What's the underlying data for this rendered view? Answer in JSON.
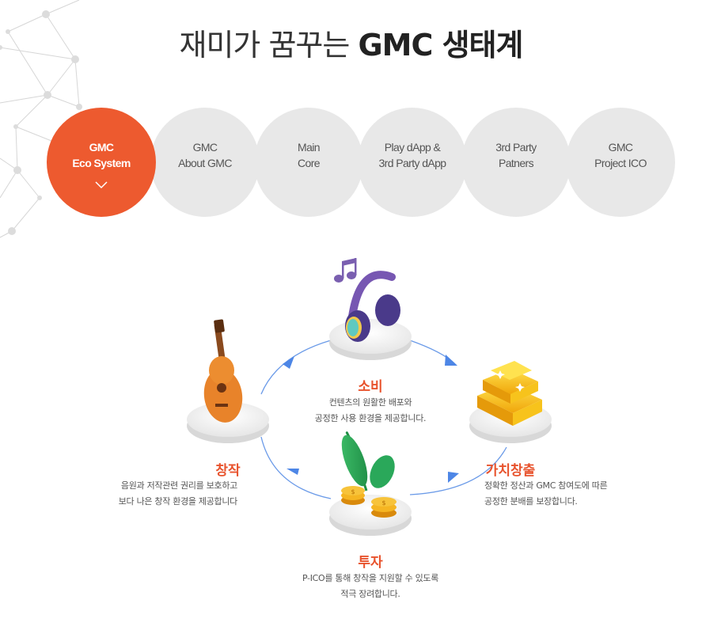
{
  "header": {
    "title_light": "재미가 꿈꾸는",
    "title_bold": "GMC 생태계"
  },
  "tabs": [
    {
      "line1": "GMC",
      "line2": "Eco System",
      "active": true
    },
    {
      "line1": "GMC",
      "line2": "About GMC",
      "active": false
    },
    {
      "line1": "Main",
      "line2": "Core",
      "active": false
    },
    {
      "line1": "Play dApp &",
      "line2": "3rd Party dApp",
      "active": false
    },
    {
      "line1": "3rd Party",
      "line2": "Patners",
      "active": false
    },
    {
      "line1": "GMC",
      "line2": "Project ICO",
      "active": false
    }
  ],
  "ecosystem": {
    "consume": {
      "title": "소비",
      "desc1": "컨텐츠의 원활한 배포와",
      "desc2": "공정한 사용 환경을 제공합니다."
    },
    "value": {
      "title": "가치창출",
      "desc1": "정확한 정산과 GMC 참여도에 따른",
      "desc2": "공정한 분배를 보장합니다."
    },
    "invest": {
      "title": "투자",
      "desc1": "P-ICO를 통해 창작을 지원할 수 있도록",
      "desc2": "적극 장려합니다."
    },
    "create": {
      "title": "창작",
      "desc1": "음원과 저작관련 권리를 보호하고",
      "desc2": "보다 나은 창작 환경을 제공합니다"
    }
  },
  "colors": {
    "accent": "#ed5a2f",
    "tab_inactive": "#e8e8e8",
    "arrow": "#5b8fe6"
  }
}
